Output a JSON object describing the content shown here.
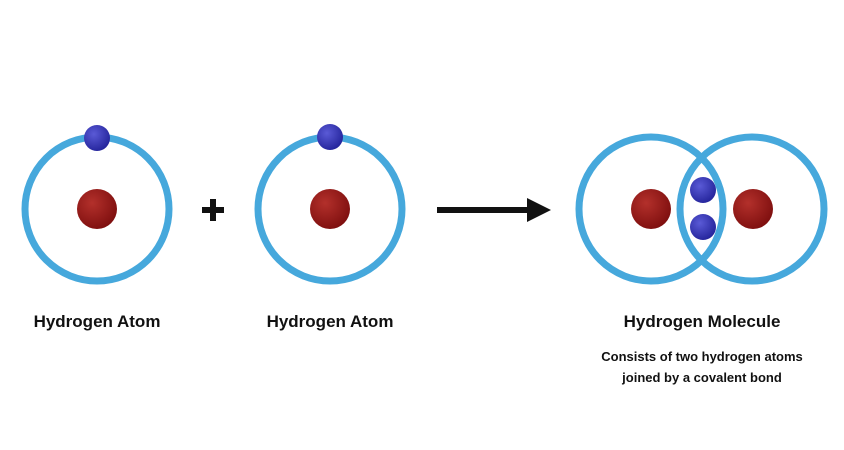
{
  "colors": {
    "orbit": "#46a8dc",
    "nucleus": "#7d0e0e",
    "nucleus_highlight": "#b3302b",
    "electron": "#23239a",
    "electron_highlight": "#5a5ad6",
    "ink": "#111111"
  },
  "atom_left": {
    "label": "Hydrogen Atom"
  },
  "operator": {
    "symbol": "+"
  },
  "atom_right": {
    "label": "Hydrogen Atom"
  },
  "reaction_arrow": {
    "icon": "right-arrow-icon"
  },
  "molecule": {
    "label": "Hydrogen Molecule",
    "caption_line1": "Consists of two hydrogen atoms",
    "caption_line2": "joined by a covalent bond"
  }
}
